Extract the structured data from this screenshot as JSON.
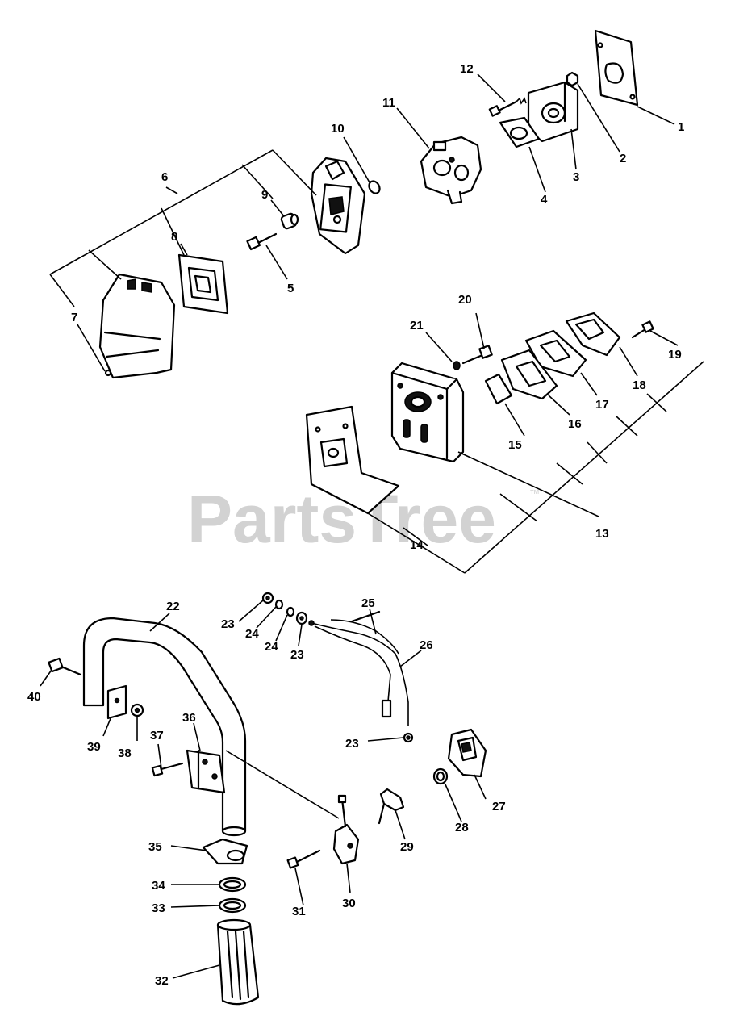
{
  "watermark": {
    "text": "PartsTree",
    "trademark": "™"
  },
  "callouts": {
    "p1": "1",
    "p2": "2",
    "p3": "3",
    "p4": "4",
    "p5": "5",
    "p6": "6",
    "p7": "7",
    "p8": "8",
    "p9": "9",
    "p10": "10",
    "p11": "11",
    "p12": "12",
    "p13": "13",
    "p14": "14",
    "p15": "15",
    "p16": "16",
    "p17": "17",
    "p18": "18",
    "p19": "19",
    "p20": "20",
    "p21": "21",
    "p22": "22",
    "p23a": "23",
    "p23b": "23",
    "p23c": "23",
    "p24a": "24",
    "p24b": "24",
    "p25": "25",
    "p26": "26",
    "p27": "27",
    "p28": "28",
    "p29": "29",
    "p30": "30",
    "p31": "31",
    "p32": "32",
    "p33": "33",
    "p34": "34",
    "p35": "35",
    "p36": "36",
    "p37": "37",
    "p38": "38",
    "p39": "39",
    "p40": "40"
  }
}
